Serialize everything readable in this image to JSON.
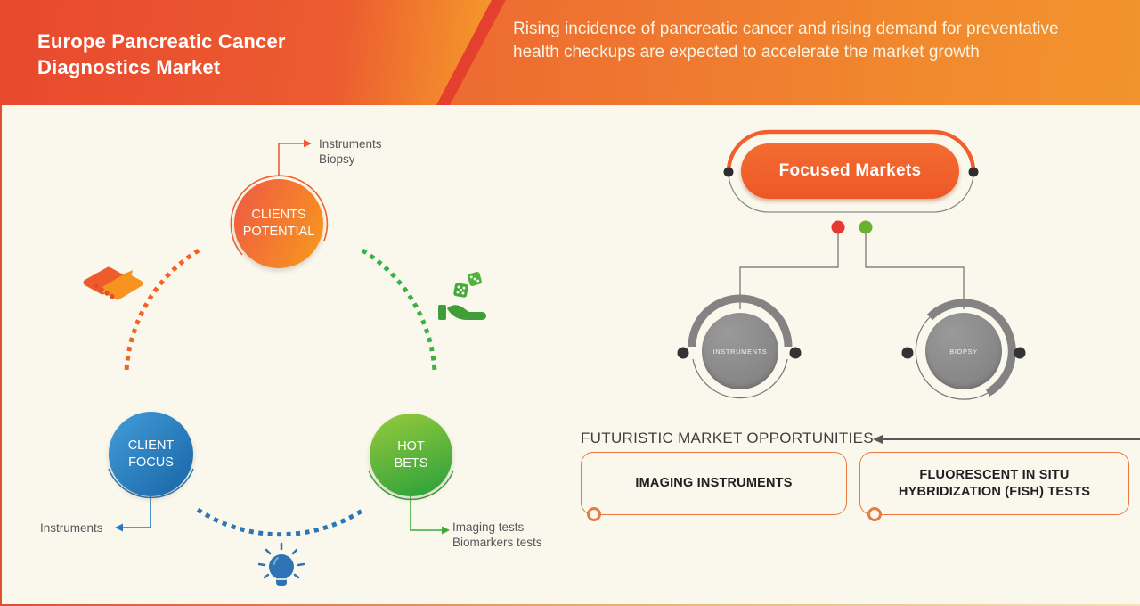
{
  "header": {
    "title": "Europe Pancreatic Cancer Diagnostics Market",
    "subtitle": "Rising incidence of pancreatic cancer and rising demand for preventative health checkups are expected to accelerate the market growth"
  },
  "strategy_wheel": {
    "clients_potential": {
      "lines": [
        "CLIENTS",
        "POTENTIAL"
      ],
      "callouts": [
        "Instruments",
        "Biopsy"
      ]
    },
    "client_focus": {
      "lines": [
        "CLIENT",
        "FOCUS"
      ],
      "callouts": [
        "Instruments"
      ]
    },
    "hot_bets": {
      "lines": [
        "HOT",
        "BETS"
      ],
      "callouts": [
        "Imaging tests",
        "Biomarkers tests"
      ]
    },
    "icons": [
      "handshake-icon",
      "hand-dice-icon",
      "lightbulb-icon"
    ]
  },
  "focused_markets": {
    "title": "Focused Markets",
    "nodes": [
      "INSTRUMENTS",
      "BIOPSY"
    ]
  },
  "opportunities": {
    "heading": "FUTURISTIC MARKET OPPORTUNITIES",
    "items": [
      "IMAGING INSTRUMENTS",
      "FLUORESCENT IN SITU HYBRIDIZATION (FISH) TESTS"
    ]
  },
  "colors": {
    "header_left": "#e8482e",
    "header_right": "#f18a2e",
    "accent_orange": "#f15f2c",
    "accent_blue": "#2a79ba",
    "accent_green": "#3aaa35",
    "node_gray": "#8c8c8c",
    "dot_red": "#e63a30",
    "dot_green": "#68b22d",
    "background": "#faf8ec"
  }
}
